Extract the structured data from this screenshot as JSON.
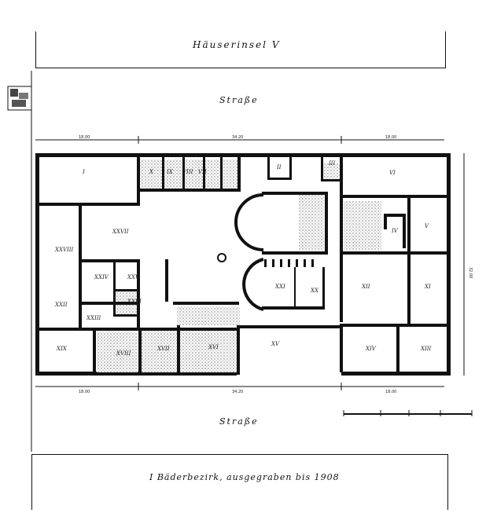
{
  "titles": {
    "top_block": "Häuserinsel V",
    "street_top": "Straße",
    "street_bottom": "Straße",
    "bottom_block": "I Bäderbezirk, ausgegraben bis 1908"
  },
  "rooms": [
    "I",
    "II",
    "III",
    "IV",
    "V",
    "VI",
    "VII",
    "VIII",
    "IX",
    "X",
    "XI",
    "XII",
    "XIII",
    "XIV",
    "XV",
    "XVI",
    "XVII",
    "XVIII",
    "XIX",
    "XX",
    "XXI",
    "XXII",
    "XXIII",
    "XXIV",
    "XXV",
    "XXVI",
    "XXVII",
    "XXVIII"
  ],
  "dimensions": {
    "top_left": "18.00",
    "top_mid": "34.20",
    "top_right": "18.00",
    "bottom_left": "18.00",
    "bottom_mid": "34.20",
    "bottom_right": "18.00",
    "right_side": "32.00"
  }
}
